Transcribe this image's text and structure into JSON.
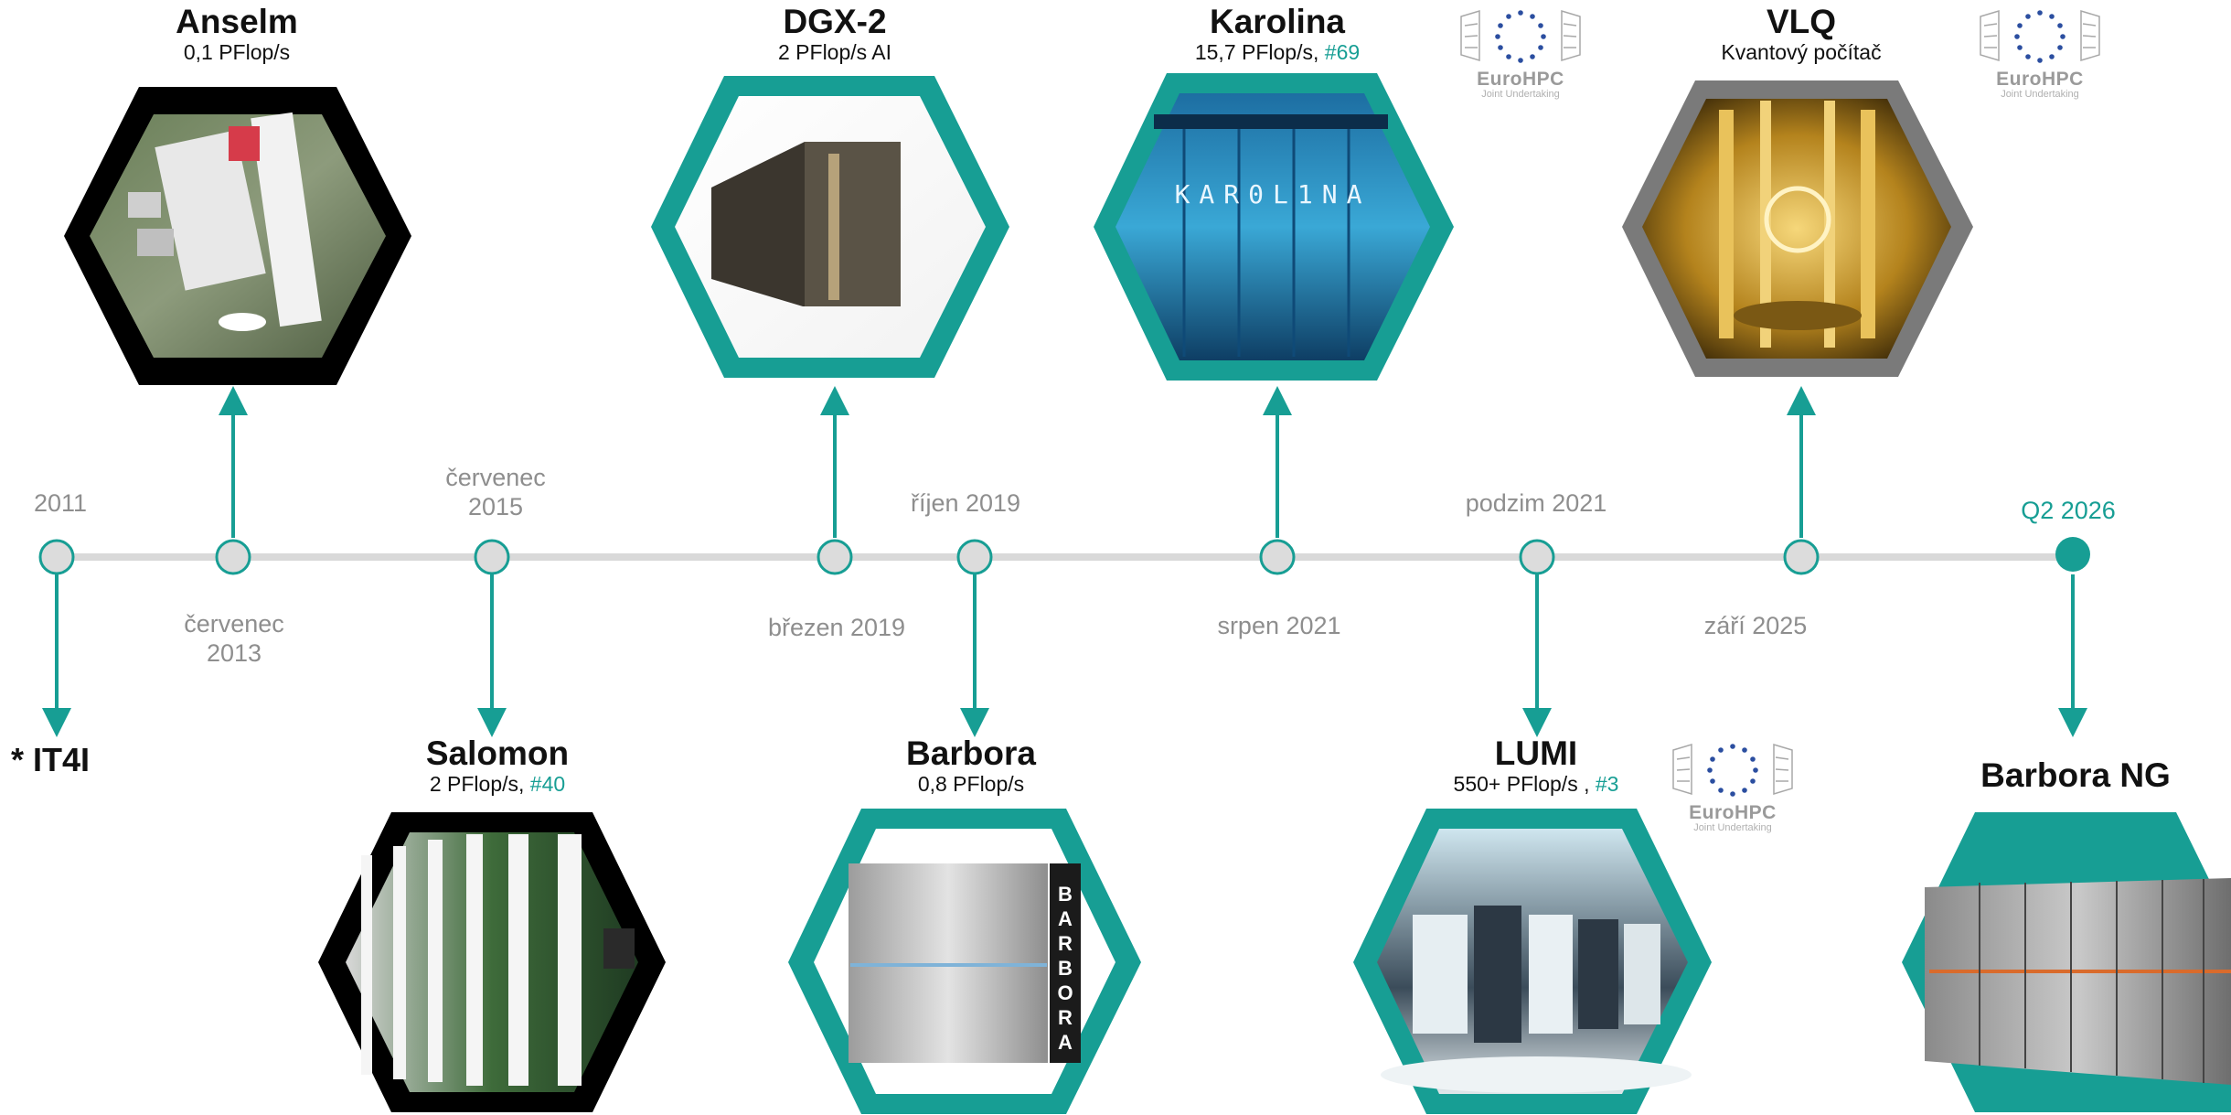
{
  "origin": {
    "label": "* IT4I"
  },
  "dates": {
    "d2011": "2011",
    "d2013a": "červenec",
    "d2013b": "2013",
    "d2015a": "červenec",
    "d2015b": "2015",
    "d2019a": "březen 2019",
    "d2019b": "říjen 2019",
    "d2021a": "srpen 2021",
    "d2021b": "podzim 2021",
    "d2025": "září 2025",
    "d2026": "Q2 2026"
  },
  "systems": {
    "anselm": {
      "name": "Anselm",
      "spec": "0,1 PFlop/s"
    },
    "salomon": {
      "name": "Salomon",
      "spec": "2 PFlop/s,",
      "rank": "#40"
    },
    "dgx2": {
      "name": "DGX-2",
      "spec": "2 PFlop/s AI"
    },
    "barbora": {
      "name": "Barbora",
      "spec": "0,8 PFlop/s"
    },
    "karolina": {
      "name": "Karolina",
      "spec": "15,7 PFlop/s,",
      "rank": "#69",
      "screen_text": "KAR0L1NA"
    },
    "lumi": {
      "name": "LUMI",
      "spec": "550+ PFlop/s ,",
      "rank": "#3"
    },
    "vlq": {
      "name": "VLQ",
      "spec": "Kvantový počítač"
    },
    "barbora_ng": {
      "name": "Barbora NG"
    }
  },
  "logos": {
    "eurohpc_text": "EuroHPC",
    "eurohpc_sub": "Joint Undertaking"
  },
  "colors": {
    "teal": "#179e94",
    "line": "#d9d9d9",
    "node": "#dcdcdc",
    "black": "#000000",
    "gray_frame": "#7a7a7a"
  }
}
